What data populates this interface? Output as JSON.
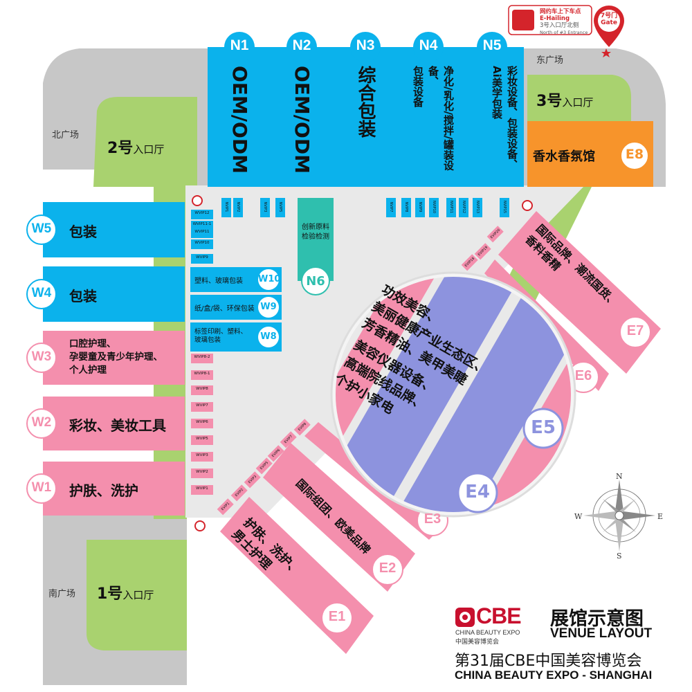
{
  "taxi_notice": {
    "line1": "网约车上下车点",
    "line2": "E-Hailing",
    "line3": "3号入口厅北侧",
    "line4": "North of #3 Entrance",
    "gate_line1": "7号门",
    "gate_line2": "Gate"
  },
  "plazas": {
    "north": "北广场",
    "east": "东广场",
    "south": "南广场"
  },
  "entrances": {
    "e1": {
      "num": "1号",
      "label": "入口厅"
    },
    "e2": {
      "num": "2号",
      "label": "入口厅"
    },
    "e3": {
      "num": "3号",
      "label": "入口厅"
    }
  },
  "north_halls": [
    {
      "code": "N1",
      "label": "OEM/ODM"
    },
    {
      "code": "N2",
      "label": "OEM/ODM"
    },
    {
      "code": "N3",
      "label": "综合包装"
    },
    {
      "code": "N4",
      "label_lines": [
        "净化/乳化/搅拌/罐装设备、",
        "包装设备"
      ]
    },
    {
      "code": "N5",
      "label_lines": [
        "彩妆设备、包装设备、",
        "Ai美学包装"
      ]
    }
  ],
  "e8": {
    "code": "E8",
    "label": "香水香氛馆"
  },
  "west_halls": [
    {
      "code": "W5",
      "label": "包装"
    },
    {
      "code": "W4",
      "label": "包装"
    },
    {
      "code": "W3",
      "label_lines": [
        "口腔护理、",
        "孕婴童及青少年护理、",
        "个人护理"
      ]
    },
    {
      "code": "W2",
      "label": "彩妆、美妆工具"
    },
    {
      "code": "W1",
      "label": "护肤、洗护"
    }
  ],
  "inner_halls": {
    "w10": {
      "code": "W10",
      "label": "塑料、玻璃包装"
    },
    "w9": {
      "code": "W9",
      "label": "纸/盒/袋、环保包装"
    },
    "w8": {
      "code": "W8",
      "label_lines": [
        "标签印刷、塑料、",
        "玻璃包装"
      ]
    },
    "n6": {
      "code": "N6",
      "label_lines": [
        "创新原料",
        "检验检测"
      ]
    }
  },
  "wvip_labels": [
    "WVIP12",
    "WVIP11-1",
    "WVIP11",
    "WVIP10",
    "WVIP9",
    "WVIP8-2",
    "WVIP8-1",
    "WVIP8",
    "WVIP7",
    "WVIP6",
    "WVIP5",
    "WVIP3",
    "WVIP2",
    "WVIP1"
  ],
  "nvip_labels_left": [
    "NVIP1",
    "NVIP2",
    "NVIP3",
    "NVIP5"
  ],
  "nvip_labels_right": [
    "NVIP7",
    "NVIP8",
    "NVIP9",
    "NVIP10",
    "NVIP11",
    "NVIP12",
    "NVIP13",
    "NVIP15"
  ],
  "evip_labels_sw": [
    "EVIP1",
    "EVIP2",
    "EVIP3",
    "EVIP5",
    "EVIP6",
    "EVIP7",
    "EVIP8"
  ],
  "evip_labels_ne": [
    "EVIP20",
    "EVIP19",
    "EVIP18"
  ],
  "east_halls": {
    "e1": {
      "code": "E1",
      "label_lines": [
        "护肤、洗护、",
        "男士护理"
      ]
    },
    "e2": {
      "code": "E2",
      "label": "国际组团、欧美品牌"
    },
    "e3": {
      "code": "E3"
    },
    "e4": {
      "code": "E4",
      "label_lines": [
        "美容仪器设备、",
        "高端院线品牌、",
        "个护小家电"
      ]
    },
    "e5": {
      "code": "E5",
      "label_lines": [
        "功效美容、",
        "美丽健康产业生态区、",
        "芳香精油、美甲美睫"
      ]
    },
    "e6": {
      "code": "E6"
    },
    "e7": {
      "code": "E7",
      "label_lines": [
        "国际品牌、潮流国货、",
        "香料香精"
      ]
    }
  },
  "compass": {
    "n": "N",
    "s": "S",
    "e": "E",
    "w": "W"
  },
  "branding": {
    "logo": "CBE",
    "logo_sub_en": "CHINA BEAUTY EXPO",
    "logo_sub_cn": "中国美容博览会",
    "title_cn": "展馆示意图",
    "title_en": "VENUE LAYOUT",
    "event_cn": "第31届CBE中国美容博览会",
    "event_en": "CHINA BEAUTY EXPO - SHANGHAI"
  },
  "colors": {
    "blue": "#0bb2ec",
    "pink": "#f48fad",
    "green": "#a9d26f",
    "gray": "#c7c7c7",
    "floor": "#e9e9e9",
    "teal": "#2fbfae",
    "orange": "#f7942b",
    "lavender": "#8d93de",
    "red": "#d4242b"
  }
}
